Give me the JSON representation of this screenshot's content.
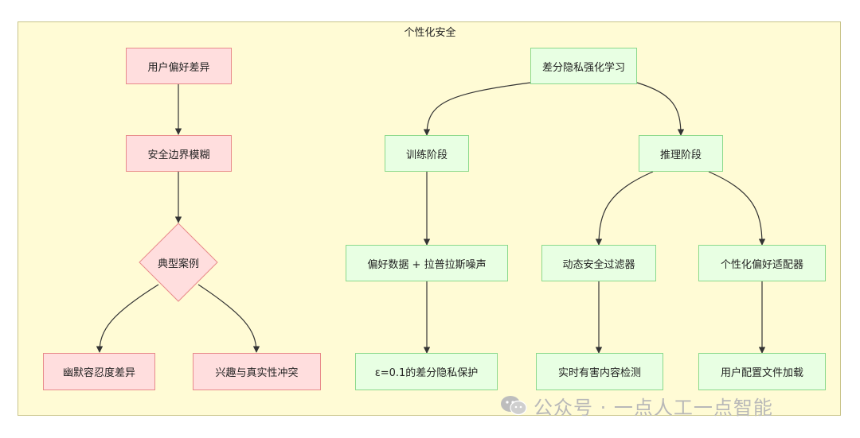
{
  "title": "个性化安全",
  "nodes": {
    "user_pref_diff": "用户偏好差异",
    "safety_boundary_blur": "安全边界模糊",
    "typical_cases": "典型案例",
    "humor_tolerance": "幽默容忍度差异",
    "interest_truth_conflict": "兴趣与真实性冲突",
    "dp_rl": "差分隐私强化学习",
    "training_phase": "训练阶段",
    "inference_phase": "推理阶段",
    "pref_data_laplace": "偏好数据 + 拉普拉斯噪声",
    "dynamic_filter": "动态安全过滤器",
    "personal_adapter": "个性化偏好适配器",
    "dp_protection": "ε=0.1的差分隐私保护",
    "realtime_detection": "实时有害内容检测",
    "profile_loading": "用户配置文件加载"
  },
  "watermark": "公众号 · 一点人工一点智能",
  "colors": {
    "frame_bg": "#fffbd5",
    "pink_fill": "#ffdede",
    "pink_border": "#e88a8a",
    "green_fill": "#e8ffe3",
    "green_border": "#8bd98b",
    "edge": "#333333"
  }
}
